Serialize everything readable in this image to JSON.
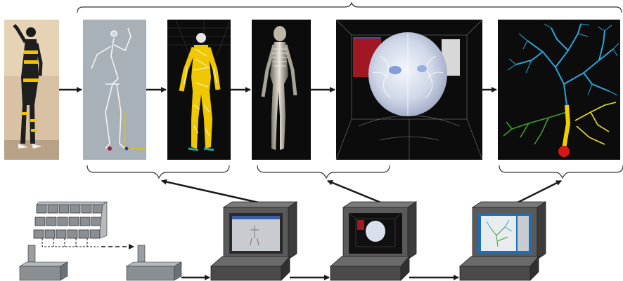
{
  "figure": {
    "panels": [
      {
        "id": "mocap-photo",
        "kind": "photo"
      },
      {
        "id": "skeleton-model",
        "kind": "skeleton"
      },
      {
        "id": "muscle-body",
        "kind": "musculoskeletal"
      },
      {
        "id": "skeleton-body",
        "kind": "skeleton-3d"
      },
      {
        "id": "brain-view",
        "kind": "brain"
      },
      {
        "id": "neuron-tree",
        "kind": "neuron"
      }
    ],
    "pipeline_flow": [
      "mocap-photo",
      "skeleton-model",
      "muscle-body",
      "skeleton-body",
      "brain-view",
      "neuron-tree"
    ],
    "hardware": [
      {
        "id": "computer-cluster",
        "kind": "cluster"
      },
      {
        "id": "left-server",
        "kind": "server"
      },
      {
        "id": "right-server",
        "kind": "server"
      },
      {
        "id": "workstation-1",
        "kind": "workstation",
        "screen": "simulation-window"
      },
      {
        "id": "workstation-2",
        "kind": "workstation",
        "screen": "brain-window"
      },
      {
        "id": "workstation-3",
        "kind": "workstation",
        "screen": "neuron-window"
      }
    ],
    "colors": {
      "arrow": "#1a1a1a",
      "photo_bg": "#d9c2a3",
      "skeleton_bg": "#a9b1b8",
      "dark_panel_bg": "#0c0c0c",
      "muscle_yellow": "#f0c800",
      "neuron_blue": "#2aa6d8",
      "neuron_green": "#3aa02a",
      "neuron_yellow": "#e8e020",
      "neuron_red": "#d81818",
      "workstation_gray": "#5a5a5a",
      "screen_blue": "#1c6fb6",
      "cluster_gray": "#8a8f94"
    }
  }
}
